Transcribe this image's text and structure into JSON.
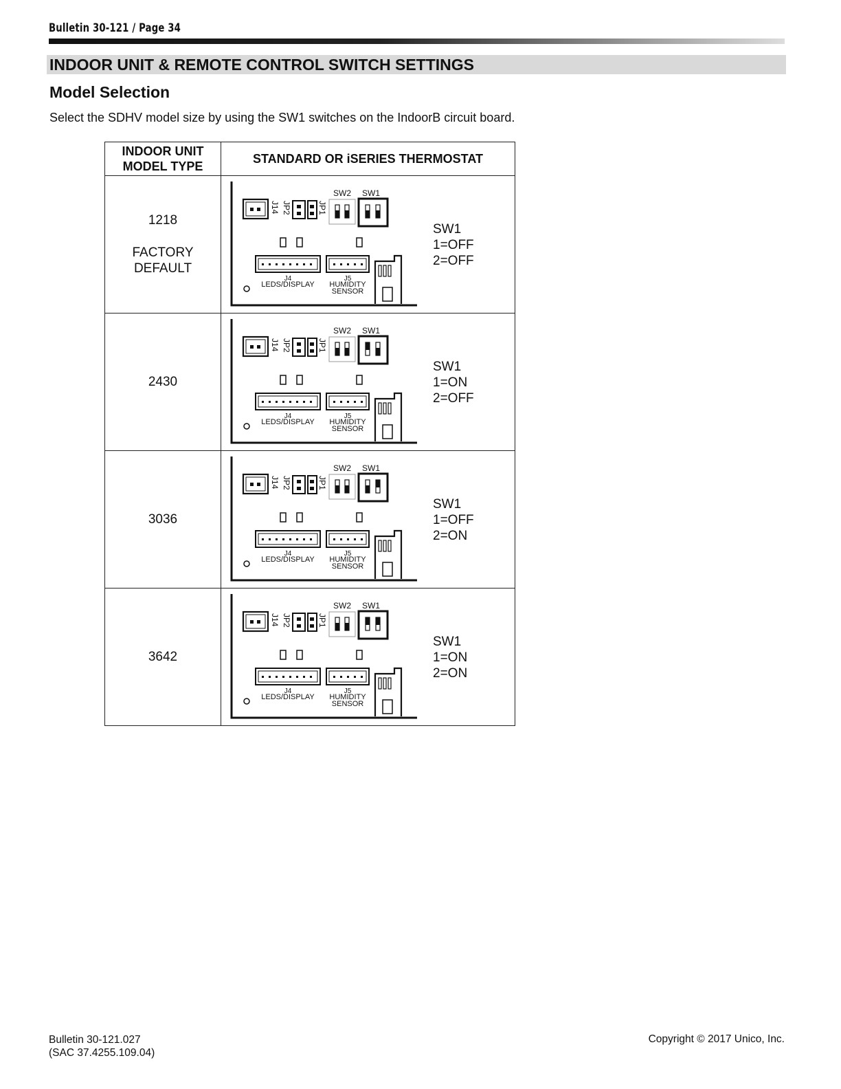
{
  "header": {
    "bulletin_page": "Bulletin 30-121 / Page 34"
  },
  "section": {
    "title": "INDOOR UNIT & REMOTE CONTROL SWITCH SETTINGS",
    "subtitle": "Model Selection",
    "intro": "Select the SDHV model size by using the SW1 switches on the IndoorB circuit board."
  },
  "table": {
    "col_model_line1": "INDOOR UNIT",
    "col_model_line2": "MODEL TYPE",
    "col_thermostat": "STANDARD OR iSERIES THERMOSTAT",
    "board_labels": {
      "sw2": "SW2",
      "sw1": "SW1",
      "j14": "J14",
      "jp2": "JP2",
      "jp1": "JP1",
      "j4": "J4",
      "j4_desc": "LEDS/DISPLAY",
      "j5": "J5",
      "j5_desc_1": "HUMIDITY",
      "j5_desc_2": "SENSOR"
    },
    "rows": [
      {
        "model": "1218",
        "note1": "FACTORY",
        "note2": "DEFAULT",
        "sw_title": "SW1",
        "sw_1": "1=OFF",
        "sw_2": "2=OFF",
        "sw1_pos1_on": false,
        "sw1_pos2_on": false
      },
      {
        "model": "2430",
        "note1": "",
        "note2": "",
        "sw_title": "SW1",
        "sw_1": "1=ON",
        "sw_2": "2=OFF",
        "sw1_pos1_on": true,
        "sw1_pos2_on": false
      },
      {
        "model": "3036",
        "note1": "",
        "note2": "",
        "sw_title": "SW1",
        "sw_1": "1=OFF",
        "sw_2": "2=ON",
        "sw1_pos1_on": false,
        "sw1_pos2_on": true
      },
      {
        "model": "3642",
        "note1": "",
        "note2": "",
        "sw_title": "SW1",
        "sw_1": "1=ON",
        "sw_2": "2=ON",
        "sw1_pos1_on": true,
        "sw1_pos2_on": true
      }
    ]
  },
  "footer": {
    "bulletin": "Bulletin 30-121.027",
    "sac": "(SAC 37.4255.109.04)",
    "copyright": "Copyright © 2017 Unico, Inc."
  }
}
